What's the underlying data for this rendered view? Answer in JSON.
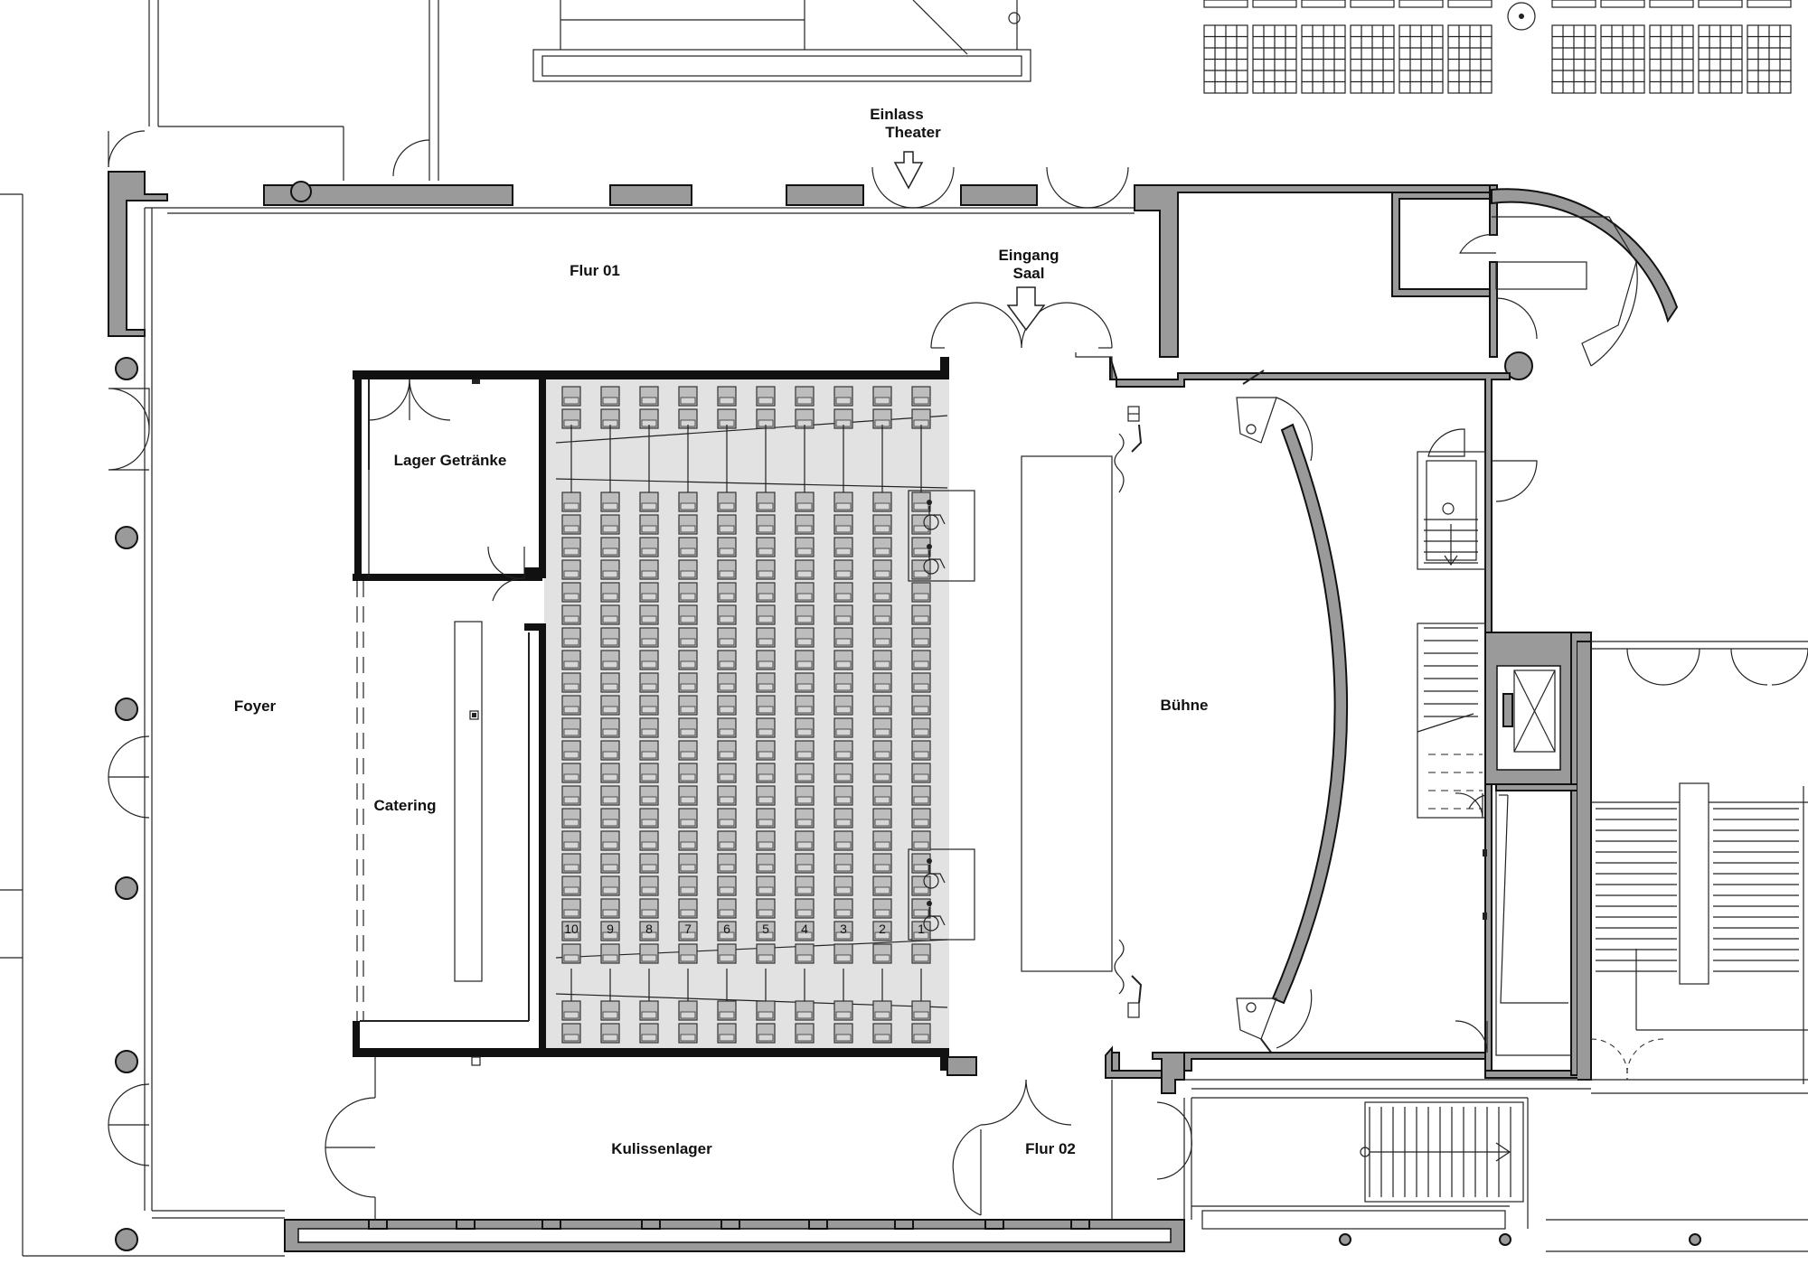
{
  "plan": {
    "rooms": {
      "flur01": "Flur 01",
      "flur02": "Flur 02",
      "foyer": "Foyer",
      "lager": "Lager Getränke",
      "catering": "Catering",
      "kulissen": "Kulissenlager",
      "buehne": "Bühne"
    },
    "entrances": {
      "einlass_1": "Einlass",
      "einlass_2": "Theater",
      "eingang_1": "Eingang",
      "eingang_2": "Saal"
    },
    "seat_columns": [
      "10",
      "9",
      "8",
      "7",
      "6",
      "5",
      "4",
      "3",
      "2",
      "1"
    ],
    "icons": [
      "wheelchair-icon",
      "entrance-arrow-icon",
      "door-swing-icon",
      "column-icon",
      "elevator-icon",
      "stair-icon"
    ],
    "colors": {
      "wall_fill": "#9a9a9a",
      "seating_area": "#e2e2e2",
      "line": "#222222"
    }
  }
}
